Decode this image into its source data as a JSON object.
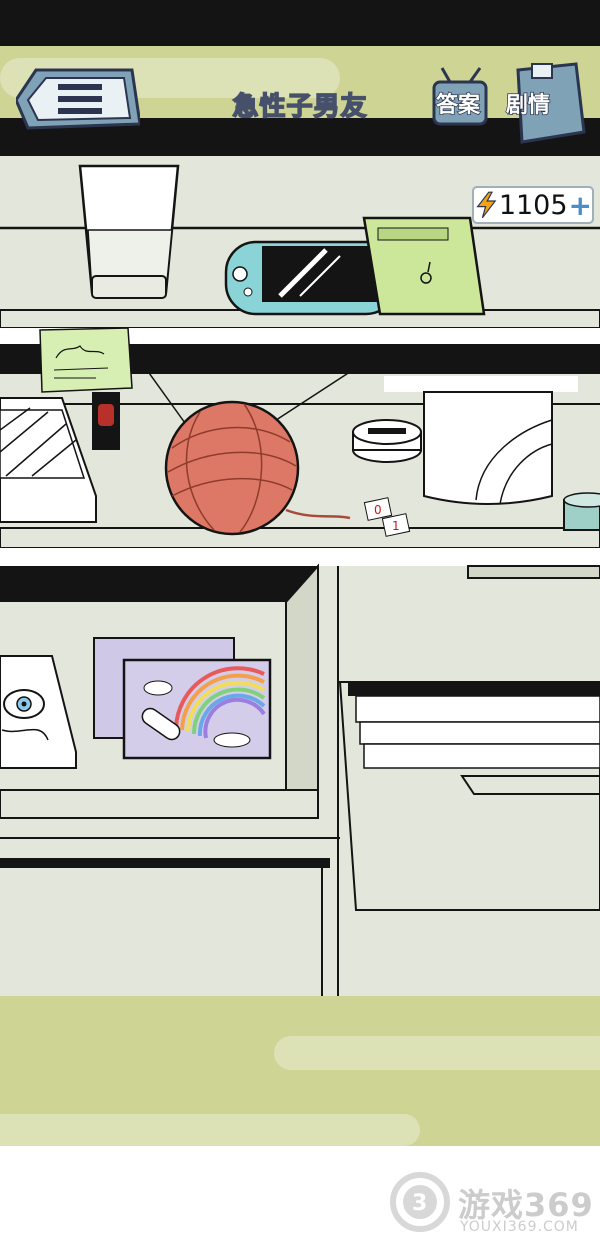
{
  "level": {
    "title": "急性子男友"
  },
  "hud": {
    "menu_icon": "menu-icon",
    "answer_label": "答案",
    "story_label": "剧情",
    "energy_value": "1105",
    "energy_plus": "+"
  },
  "scene": {
    "items": [
      "glass-cup",
      "handheld-console",
      "green-book",
      "sticky-note",
      "lipstick",
      "yarn-ball",
      "tape-roll",
      "tissue-box",
      "playing-cards",
      "small-tin",
      "phone-box",
      "sanitary-pads",
      "open-drawer"
    ]
  },
  "cards_text": [
    "0",
    "1"
  ],
  "watermark": {
    "brand": "游戏369",
    "url": "YOUXI369.COM"
  },
  "colors": {
    "wall": "#e3e6da",
    "band": "#cdd494",
    "ink": "#141414",
    "accent_blue": "#7fa2b6"
  }
}
